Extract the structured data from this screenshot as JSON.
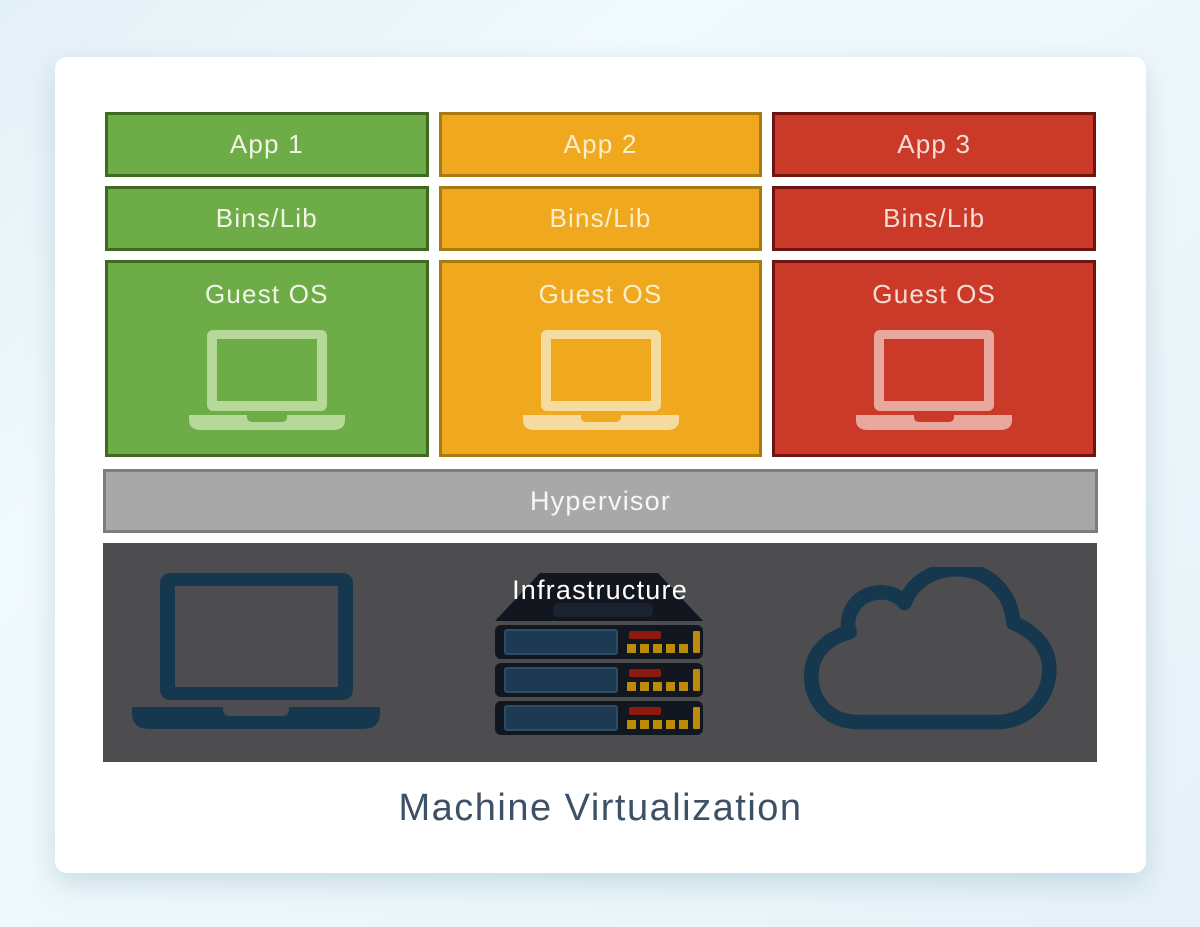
{
  "page": {
    "title": "Machine Virtualization"
  },
  "colors": {
    "page_background": "#eaf4fa",
    "card_background": "#ffffff",
    "title_text": "#3d5166"
  },
  "stacks": [
    {
      "app_label": "App 1",
      "bins_label": "Bins/Lib",
      "guest_os_label": "Guest OS",
      "fill": "#6dac46",
      "border": "#3e691e",
      "text_color": "#f0f5e7",
      "icon_color": "#b6d898"
    },
    {
      "app_label": "App 2",
      "bins_label": "Bins/Lib",
      "guest_os_label": "Guest OS",
      "fill": "#f0a81f",
      "border": "#a87a12",
      "text_color": "#faefcb",
      "icon_color": "#f6dba0"
    },
    {
      "app_label": "App 3",
      "bins_label": "Bins/Lib",
      "guest_os_label": "Guest OS",
      "fill": "#cb3a28",
      "border": "#6e1511",
      "text_color": "#f7dcd4",
      "icon_color": "#e9a89d"
    }
  ],
  "hypervisor": {
    "label": "Hypervisor",
    "fill": "#a8a8a8",
    "border": "#7d7d7d",
    "text_color": "#f7f7f7"
  },
  "infrastructure": {
    "label": "Infrastructure",
    "fill": "#4d4d4f",
    "text_color": "#ffffff",
    "icon_color": "#16384e",
    "icons": [
      "laptop-icon",
      "server-stack-icon",
      "cloud-icon"
    ],
    "server_colors": {
      "body": "#12171f",
      "top_handle": "#1b2330",
      "panel": "#1e3a52",
      "panel_edge": "#2c4d68",
      "led_red": "#8c1a10",
      "led_gold": "#bd8b0a"
    }
  }
}
